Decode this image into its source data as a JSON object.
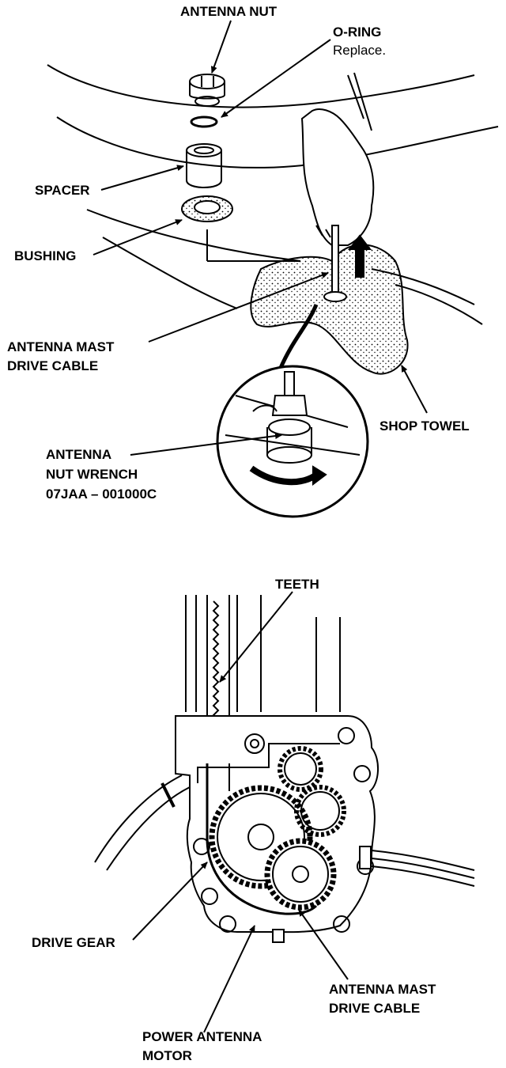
{
  "upper_figure": {
    "labels": {
      "antenna_nut": "ANTENNA NUT",
      "o_ring": "O-RING",
      "o_ring_note": "Replace.",
      "spacer": "SPACER",
      "bushing": "BUSHING",
      "mast_drive_cable_1": "ANTENNA MAST",
      "mast_drive_cable_2": "DRIVE CABLE",
      "shop_towel": "SHOP TOWEL",
      "wrench_1": "ANTENNA",
      "wrench_2": "NUT WRENCH",
      "wrench_3": "07JAA – 001000C"
    }
  },
  "lower_figure": {
    "labels": {
      "teeth": "TEETH",
      "drive_gear": "DRIVE GEAR",
      "mast_drive_cable_1": "ANTENNA MAST",
      "mast_drive_cable_2": "DRIVE CABLE",
      "motor_1": "POWER ANTENNA",
      "motor_2": "MOTOR"
    }
  },
  "colors": {
    "ink": "#000000",
    "paper": "#ffffff"
  }
}
